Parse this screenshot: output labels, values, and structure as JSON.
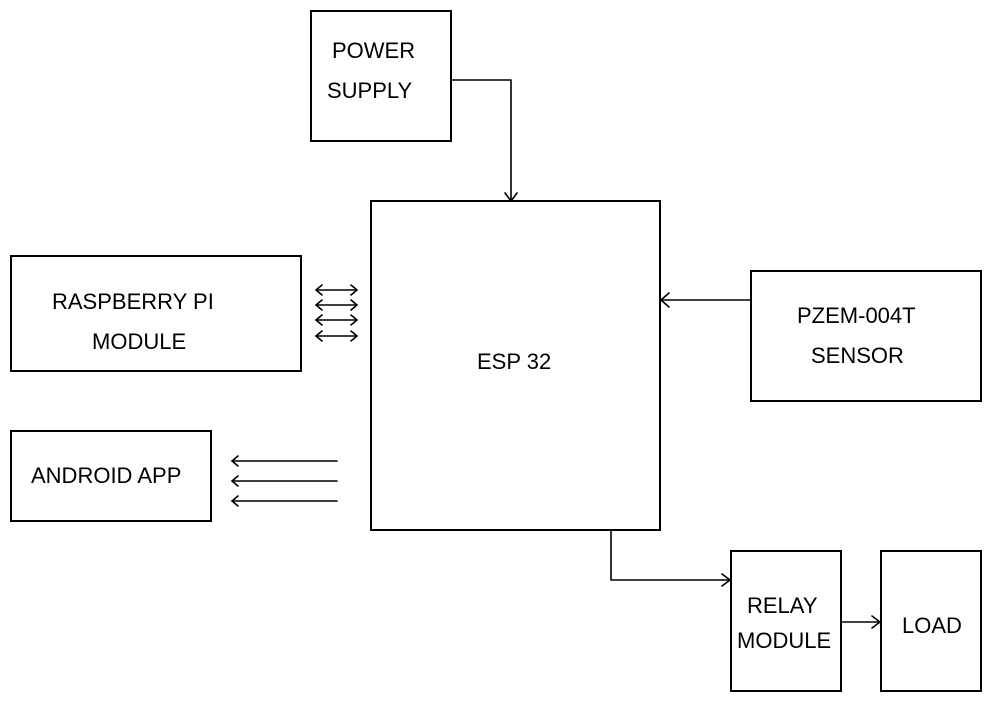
{
  "blocks": {
    "power_supply": {
      "line1": "POWER",
      "line2": "SUPPLY"
    },
    "esp32": {
      "label": "ESP 32"
    },
    "raspberry_pi": {
      "line1": "RASPBERRY PI",
      "line2": "MODULE"
    },
    "android_app": {
      "label": "ANDROID APP"
    },
    "pzem_sensor": {
      "line1": "PZEM-004T",
      "line2": "SENSOR"
    },
    "relay_module": {
      "line1": "RELAY",
      "line2": "MODULE"
    },
    "load": {
      "label": "LOAD"
    }
  },
  "connections": [
    {
      "from": "power_supply",
      "to": "esp32",
      "direction": "one-way"
    },
    {
      "from": "raspberry_pi",
      "to": "esp32",
      "direction": "two-way",
      "lines": 4
    },
    {
      "from": "esp32",
      "to": "android_app",
      "direction": "one-way",
      "lines": 3
    },
    {
      "from": "pzem_sensor",
      "to": "esp32",
      "direction": "one-way"
    },
    {
      "from": "esp32",
      "to": "relay_module",
      "direction": "one-way"
    },
    {
      "from": "relay_module",
      "to": "load",
      "direction": "one-way"
    }
  ],
  "colors": {
    "stroke": "#000000",
    "background": "#ffffff"
  }
}
